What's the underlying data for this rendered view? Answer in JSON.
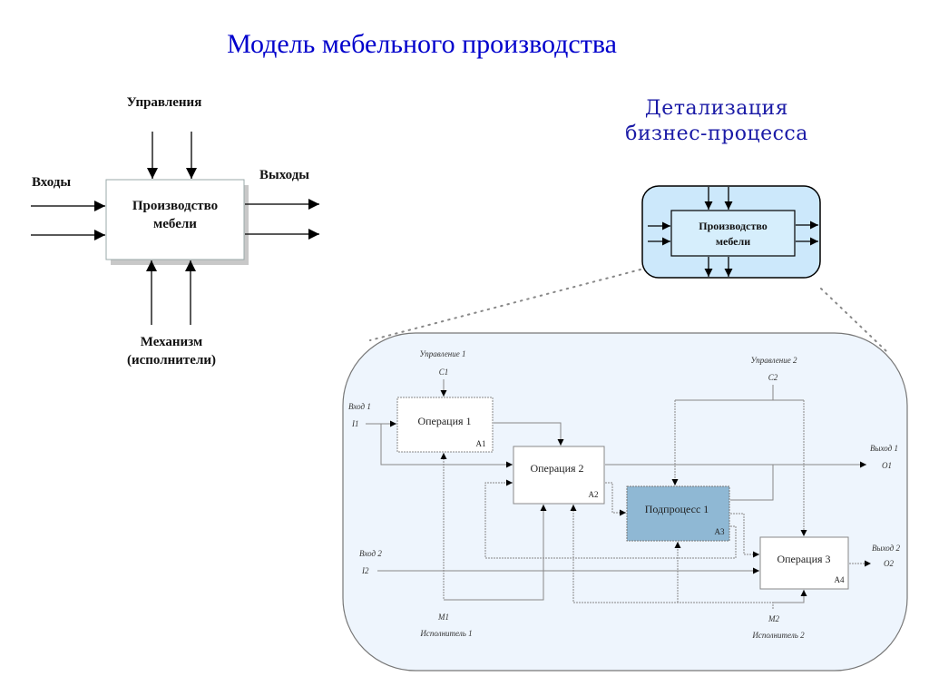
{
  "title": "Модель мебельного производства",
  "subtitle": {
    "line1": "Детализация",
    "line2": "бизнес-процесса"
  },
  "context_diagram": {
    "controls_label": "Управления",
    "inputs_label": "Входы",
    "outputs_label": "Выходы",
    "mechanism_label_line1": "Механизм",
    "mechanism_label_line2": "(исполнители)",
    "box_label_line1": "Производство",
    "box_label_line2": "мебели"
  },
  "mini_diagram": {
    "box_label_line1": "Производство",
    "box_label_line2": "мебели",
    "colors": {
      "fill": "#cce8fb",
      "inner_fill": "#d6eefc",
      "stroke": "#000000"
    }
  },
  "decomposition": {
    "background": "#eef5fd",
    "boxes": [
      {
        "label": "Операция 1",
        "id": "A1",
        "fill": "#ffffff"
      },
      {
        "label": "Операция 2",
        "id": "A2",
        "fill": "#ffffff"
      },
      {
        "label": "Подпроцесс 1",
        "id": "A3",
        "fill": "#8fb8d4"
      },
      {
        "label": "Операция 3",
        "id": "A4",
        "fill": "#ffffff"
      }
    ],
    "controls": [
      {
        "name": "Управление 1",
        "code": "C1"
      },
      {
        "name": "Управление 2",
        "code": "C2"
      }
    ],
    "inputs": [
      {
        "name": "Вход 1",
        "code": "I1"
      },
      {
        "name": "Вход 2",
        "code": "I2"
      }
    ],
    "outputs": [
      {
        "name": "Выход 1",
        "code": "O1"
      },
      {
        "name": "Выход 2",
        "code": "O2"
      }
    ],
    "mechanisms": [
      {
        "name": "Исполнитель 1",
        "code": "M1"
      },
      {
        "name": "Исполнитель 2",
        "code": "M2"
      }
    ]
  }
}
